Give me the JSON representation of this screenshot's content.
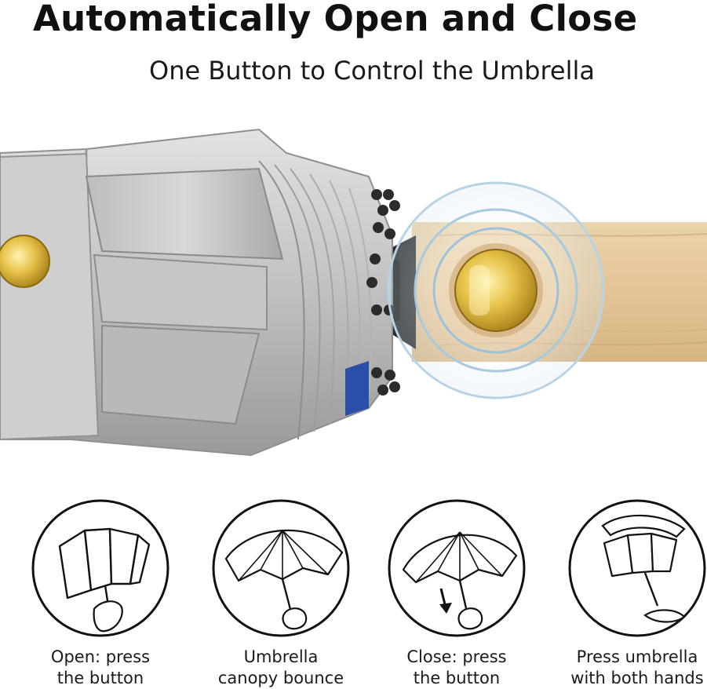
{
  "header": {
    "title": "Automatically Open and Close",
    "subtitle": "One Button to Control the Umbrella"
  },
  "steps": [
    {
      "line1": "Open: press",
      "line2": "the button",
      "icon": "folded-umbrella-hand-icon"
    },
    {
      "line1": "Umbrella",
      "line2": "canopy bounce",
      "icon": "open-umbrella-icon"
    },
    {
      "line1": "Close: press",
      "line2": "the button",
      "icon": "close-umbrella-arrow-icon"
    },
    {
      "line1": "Press umbrella",
      "line2": "with both hands",
      "icon": "press-umbrella-hands-icon"
    }
  ],
  "colors": {
    "canopy": "#c9c9c9",
    "handle_wood": "#e6c99c",
    "button_gold": "#d9b23a",
    "ripple": "#a8cbe0"
  }
}
